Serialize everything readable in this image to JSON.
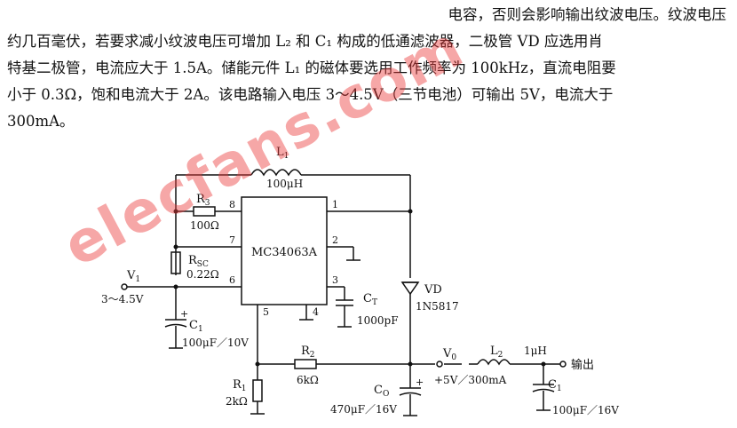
{
  "text": {
    "line1": "电容，否则会影响输出纹波电压。纹波电压",
    "line2": "约几百毫伏，若要求减小纹波电压可增加 L₂ 和 C₁ 构成的低通滤波器，二极管 VD 应选用肖",
    "line3": "特基二极管，电流应大于 1.5A。储能元件 L₁ 的磁体要选用工作频率为 100kHz，直流电阻要",
    "line4": "小于 0.3Ω，饱和电流大于 2A。该电路输入电压 3～4.5V（三节电池）可输出 5V，电流大于",
    "line5": "300mA。"
  },
  "circuit": {
    "ic": "MC34063A",
    "pins": [
      "1",
      "2",
      "3",
      "4",
      "5",
      "6",
      "7",
      "8"
    ],
    "L1_name": "L",
    "L1_sub": "1",
    "L1_value": "100μH",
    "R3_name": "R",
    "R3_sub": "3",
    "R3_value": "100Ω",
    "RSC_name": "R",
    "RSC_sub": "SC",
    "RSC_value": "0.22Ω",
    "V1_name": "V",
    "V1_sub": "1",
    "V1_value": "3～4.5V",
    "C1_name": "C",
    "C1_sub": "1",
    "C1_value": "100μF／10V",
    "R1_name": "R",
    "R1_sub": "1",
    "R1_value": "2kΩ",
    "R2_name": "R",
    "R2_sub": "2",
    "R2_value": "6kΩ",
    "CT_name": "C",
    "CT_sub": "T",
    "CT_value": "1000pF",
    "VD_name": "VD",
    "VD_value": "1N5817",
    "CO_name": "C",
    "CO_sub": "O",
    "CO_value": "470μF／16V",
    "V0_name": "V",
    "V0_sub": "0",
    "V0_value": "+5V／300mA",
    "L2_name": "L",
    "L2_sub": "2",
    "L2_value": "1μH",
    "C1b_value": "100μF／16V",
    "out_label": "输出",
    "plus": "+"
  },
  "watermark": "elecfans.com"
}
